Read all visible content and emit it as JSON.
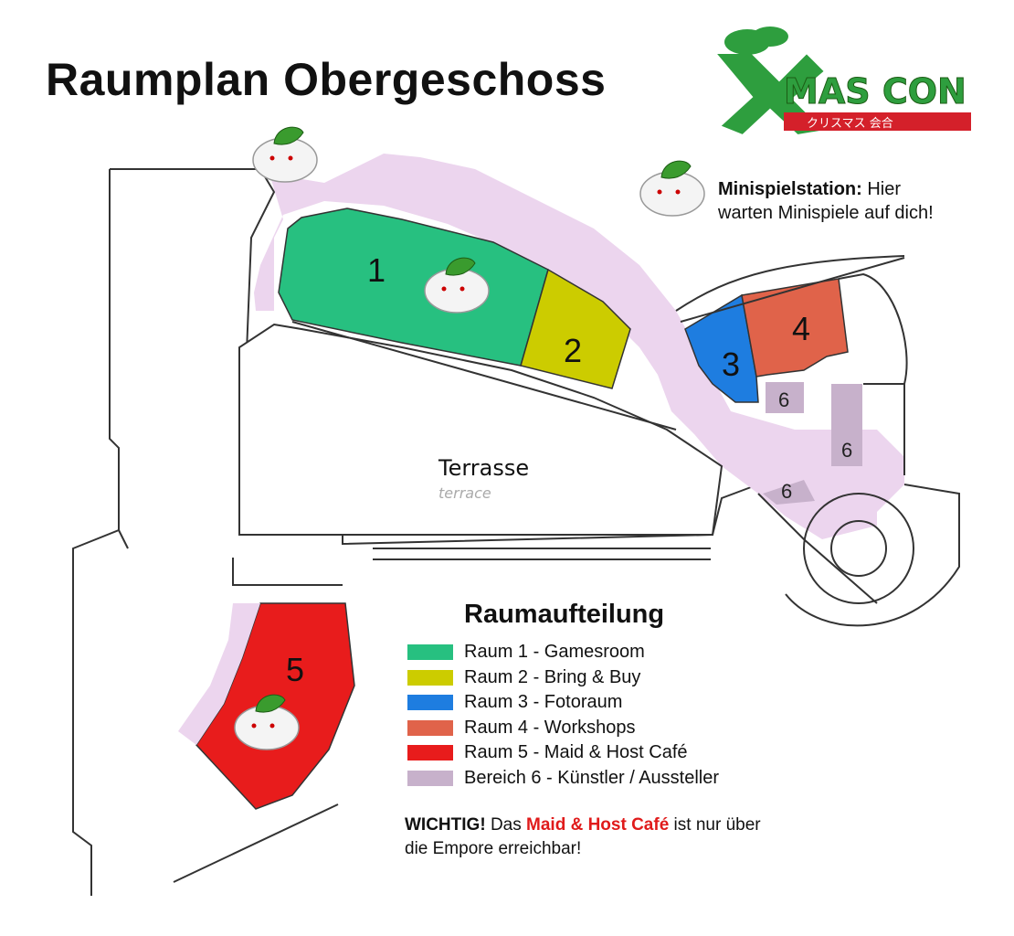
{
  "title": "Raumplan Obergeschoss",
  "logo": {
    "text": "MAS CON",
    "subtitle": "クリスマス 会合",
    "colors": {
      "green": "#2e9e3e",
      "red": "#d4202a"
    }
  },
  "terrace": {
    "label": "Terrasse",
    "label_en": "terrace"
  },
  "rooms": [
    {
      "number": "1",
      "color": "#27c080"
    },
    {
      "number": "2",
      "color": "#cccc00"
    },
    {
      "number": "3",
      "color": "#1e7de0"
    },
    {
      "number": "4",
      "color": "#e0634a"
    },
    {
      "number": "5",
      "color": "#e81c1c"
    },
    {
      "number": "6",
      "color": "#c7b1cb"
    }
  ],
  "corridor_color": "#ecd5ee",
  "minigame": {
    "title": "Minispielstation:",
    "text_line1": "Hier",
    "text_line2": "warten Minispiele auf dich!"
  },
  "legend": {
    "title": "Raumaufteilung",
    "items": [
      {
        "label": "Raum 1 - Gamesroom",
        "color": "#27c080"
      },
      {
        "label": "Raum 2 - Bring & Buy",
        "color": "#cccc00"
      },
      {
        "label": "Raum 3 - Fotoraum",
        "color": "#1e7de0"
      },
      {
        "label": "Raum 4 - Workshops",
        "color": "#e0634a"
      },
      {
        "label": "Raum 5 - Maid & Host Café",
        "color": "#e81c1c"
      },
      {
        "label": "Bereich 6 - Künstler / Aussteller",
        "color": "#c7b1cb"
      }
    ]
  },
  "important": {
    "label": "WICHTIG!",
    "text1": "Das",
    "highlight": "Maid & Host Café",
    "text2": "ist nur über",
    "line2": "die Empore erreichbar!"
  }
}
